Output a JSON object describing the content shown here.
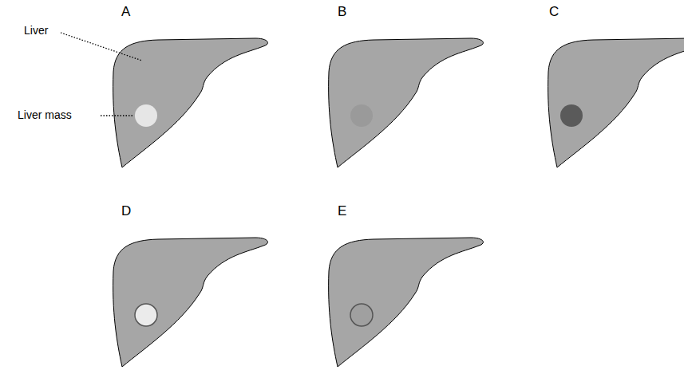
{
  "diagram": {
    "labels": [
      "A",
      "Liver",
      "Liver mass",
      "B",
      "C",
      "D",
      "E"
    ]
  }
}
